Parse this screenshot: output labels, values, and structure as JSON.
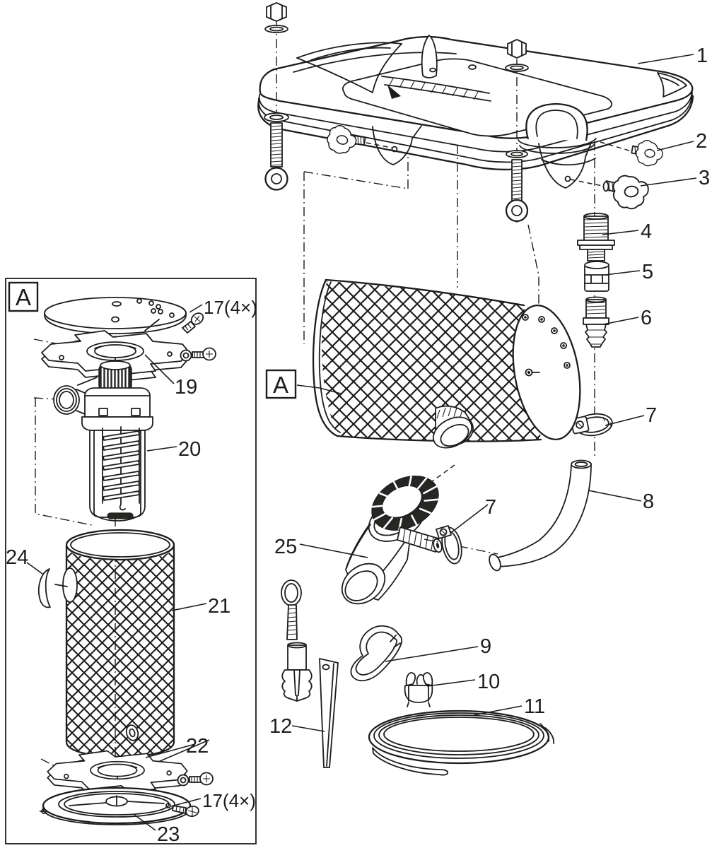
{
  "colors": {
    "line": "#1d1d1b",
    "background": "#ffffff",
    "dark_fill": "#262624"
  },
  "view_markers": {
    "detail_box": "A",
    "drum_reference": "A"
  },
  "callouts": {
    "part1": "1",
    "part2": "2",
    "part3": "3",
    "part4": "4",
    "part5": "5",
    "part6": "6",
    "part7_upper": "7",
    "part7_lower": "7",
    "part8": "8",
    "part9": "9",
    "part10": "10",
    "part11": "11",
    "part12": "12",
    "part17_top": "17(4×)",
    "part17_bottom": "17(4×)",
    "part19": "19",
    "part20": "20",
    "part21": "21",
    "part22": "22",
    "part23": "23",
    "part24": "24",
    "part25": "25"
  }
}
